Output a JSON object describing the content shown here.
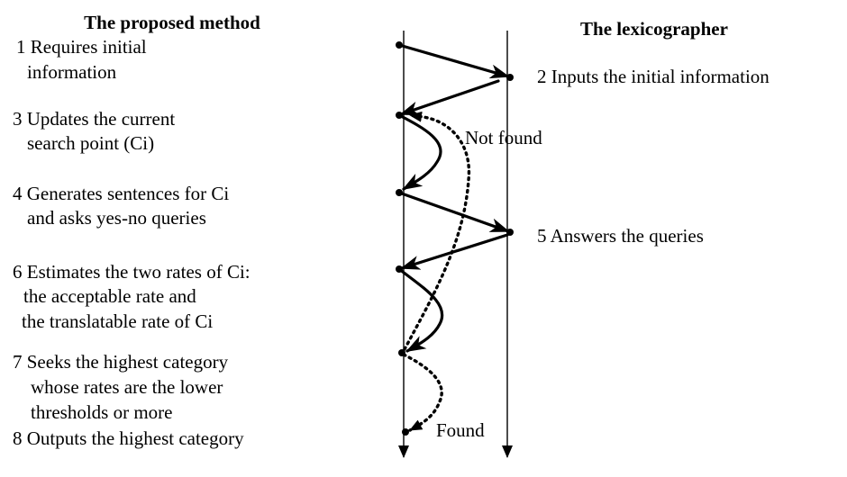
{
  "headers": {
    "method": "The proposed method",
    "lexicographer": "The lexicographer"
  },
  "method_steps": [
    [
      "1 Requires initial",
      "information"
    ],
    [
      "3 Updates the current",
      "search point (Ci)"
    ],
    [
      "4 Generates sentences for Ci",
      "and asks yes-no queries"
    ],
    [
      "6 Estimates the two rates of Ci:",
      "the acceptable rate and",
      "the translatable rate of Ci"
    ],
    [
      "7 Seeks the  highest category",
      "whose rates are the lower",
      "thresholds or more"
    ],
    [
      "8 Outputs the highest category"
    ]
  ],
  "lexicographer_steps": [
    "2 Inputs the initial information",
    "5 Answers the queries"
  ],
  "labels": {
    "not_found": "Not found",
    "found": "Found"
  }
}
